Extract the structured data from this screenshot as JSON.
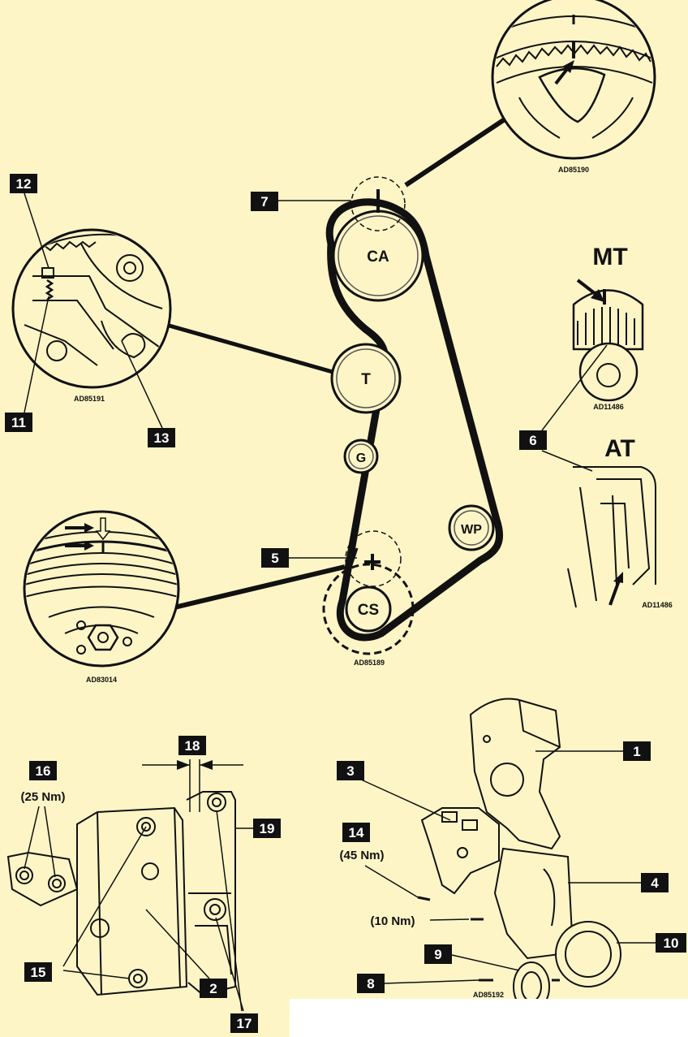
{
  "pulleys": {
    "camshaft": "CA",
    "tensioner": "T",
    "guide": "G",
    "water_pump": "WP",
    "crankshaft": "CS"
  },
  "callouts": {
    "c1": "1",
    "c2": "2",
    "c3": "3",
    "c4": "4",
    "c5": "5",
    "c6": "6",
    "c7": "7",
    "c8": "8",
    "c9": "9",
    "c10": "10",
    "c11": "11",
    "c12": "12",
    "c13": "13",
    "c14": "14",
    "c15": "15",
    "c16": "16",
    "c17": "17",
    "c18": "18",
    "c19": "19"
  },
  "torques": {
    "t16": "(25 Nm)",
    "t14": "(45 Nm)",
    "t10": "(10 Nm)"
  },
  "transmission_labels": {
    "manual": "MT",
    "automatic": "AT"
  },
  "reference_codes": {
    "cam_detail": "AD85190",
    "tensioner_detail": "AD85191",
    "mt_detail": "AD11486",
    "at_detail": "AD11486",
    "crank_detail": "AD83014",
    "main_diagram": "AD85189",
    "cover_assembly": "AD85192"
  },
  "colors": {
    "background": "#fdf5c6",
    "callout_box": "#111111",
    "line": "#111111"
  }
}
